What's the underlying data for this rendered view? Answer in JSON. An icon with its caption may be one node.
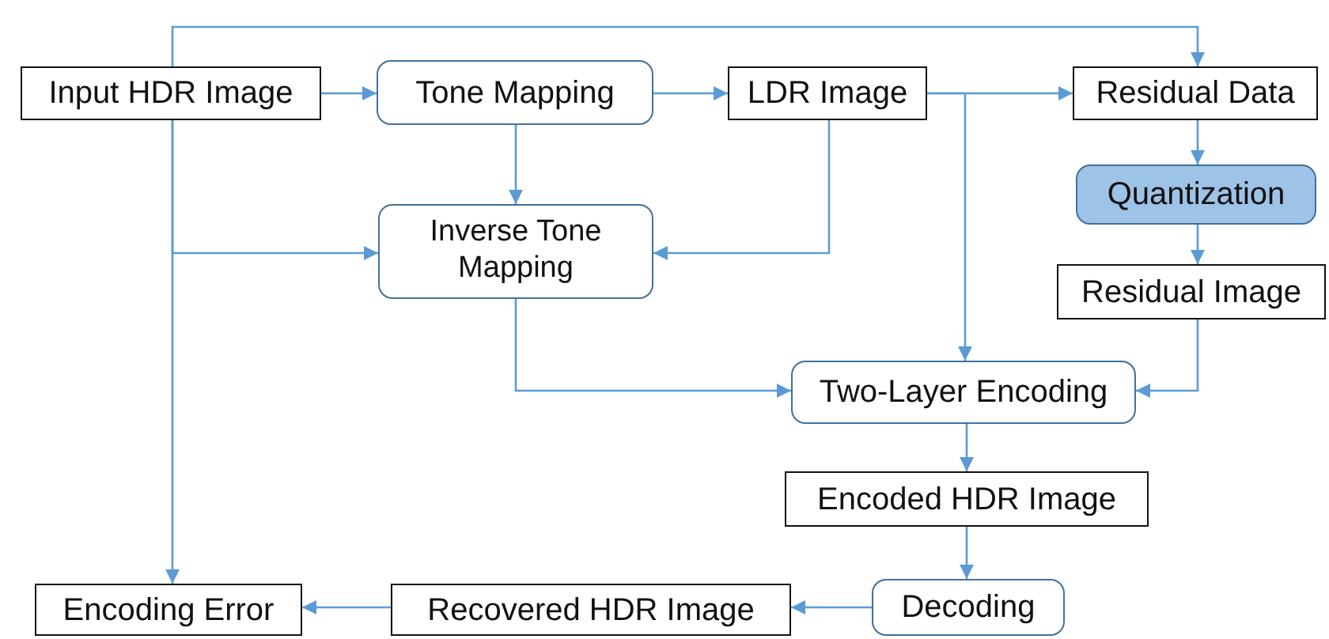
{
  "diagram": {
    "nodes": [
      {
        "text": [
          "Input HDR Image"
        ]
      },
      {
        "text": [
          "Tone Mapping"
        ]
      },
      {
        "text": [
          "LDR Image"
        ]
      },
      {
        "text": [
          "Residual Data"
        ]
      },
      {
        "text": [
          "Quantization"
        ]
      },
      {
        "text": [
          "Inverse Tone Mapping"
        ]
      },
      {
        "text": [
          "Residual Image"
        ]
      },
      {
        "text": [
          "Two-Layer Encoding"
        ]
      },
      {
        "text": [
          "Encoded HDR Image"
        ]
      },
      {
        "text": [
          "Encoding Error"
        ]
      },
      {
        "text": [
          "Recovered HDR Image"
        ]
      },
      {
        "text": [
          "Decoding"
        ]
      }
    ],
    "edges": [
      {
        "from": 0,
        "to": 1,
        "arrow": "to"
      },
      {
        "from": 1,
        "to": 2,
        "arrow": "to"
      },
      {
        "from": 2,
        "to": 3,
        "arrow": "to"
      },
      {
        "from": 0,
        "to": 3,
        "arrow": "to"
      },
      {
        "from": 1,
        "to": 5,
        "arrow": "to"
      },
      {
        "from": 0,
        "to": 5,
        "arrow": "to"
      },
      {
        "from": 0,
        "to": 9,
        "arrow": "to"
      },
      {
        "from": 2,
        "to": 5,
        "arrow": "to"
      },
      {
        "from": 2,
        "to": 7,
        "arrow": "to"
      },
      {
        "from": 3,
        "to": 4,
        "arrow": "to"
      },
      {
        "from": 4,
        "to": 6,
        "arrow": "to"
      },
      {
        "from": 5,
        "to": 7,
        "arrow": "to"
      },
      {
        "from": 6,
        "to": 7,
        "arrow": "to"
      },
      {
        "from": 7,
        "to": 8,
        "arrow": "to"
      },
      {
        "from": 8,
        "to": 11,
        "arrow": "to"
      },
      {
        "from": 11,
        "to": 10,
        "arrow": "to"
      },
      {
        "from": 10,
        "to": 9,
        "arrow": "to"
      }
    ]
  }
}
